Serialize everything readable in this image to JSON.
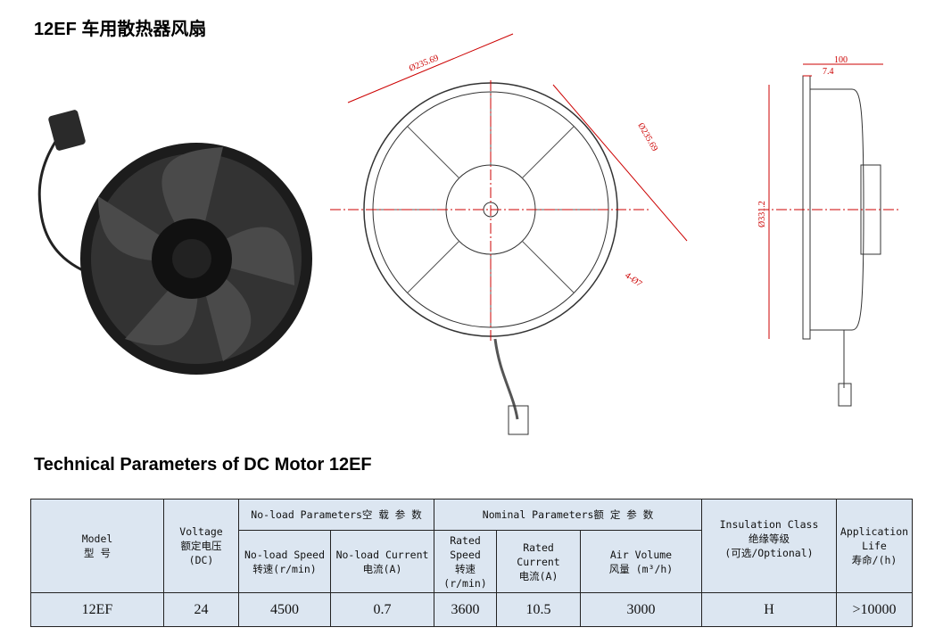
{
  "title": "12EF 车用散热器风扇",
  "drawing": {
    "dim_diameter_a": "Ø235.69",
    "dim_diameter_b": "Ø235.69",
    "dim_holes": "4-Ø7",
    "dim_outer": "Ø331.2",
    "dim_depth": "100",
    "dim_offset": "7.4"
  },
  "section_title": "Technical Parameters of DC Motor 12EF",
  "table": {
    "headers": {
      "model": [
        "Model",
        "型 号"
      ],
      "voltage": [
        "Voltage",
        "额定电压",
        "(DC)"
      ],
      "noload_group": "No-load Parameters空 载 参 数",
      "noload_speed": [
        "No-load Speed",
        "转速(r/min)"
      ],
      "noload_current": [
        "No-load Current",
        "电流(A)"
      ],
      "nominal_group": "Nominal Parameters额  定  参  数",
      "rated_speed": [
        "Rated",
        "Speed",
        "转速",
        "(r/min)"
      ],
      "rated_current": [
        "Rated",
        "Current",
        "电流(A)"
      ],
      "air_volume": [
        "Air Volume",
        "风量 (m³/h)"
      ],
      "insulation": [
        "Insulation Class",
        "绝缘等级",
        "(可选/Optional)"
      ],
      "life": [
        "Application",
        "Life",
        "寿命/(h)"
      ]
    },
    "row": {
      "model": "12EF",
      "voltage": "24",
      "noload_speed": "4500",
      "noload_current": "0.7",
      "rated_speed": "3600",
      "rated_current": "10.5",
      "air_volume": "3000",
      "insulation": "H",
      "life": ">10000"
    }
  }
}
